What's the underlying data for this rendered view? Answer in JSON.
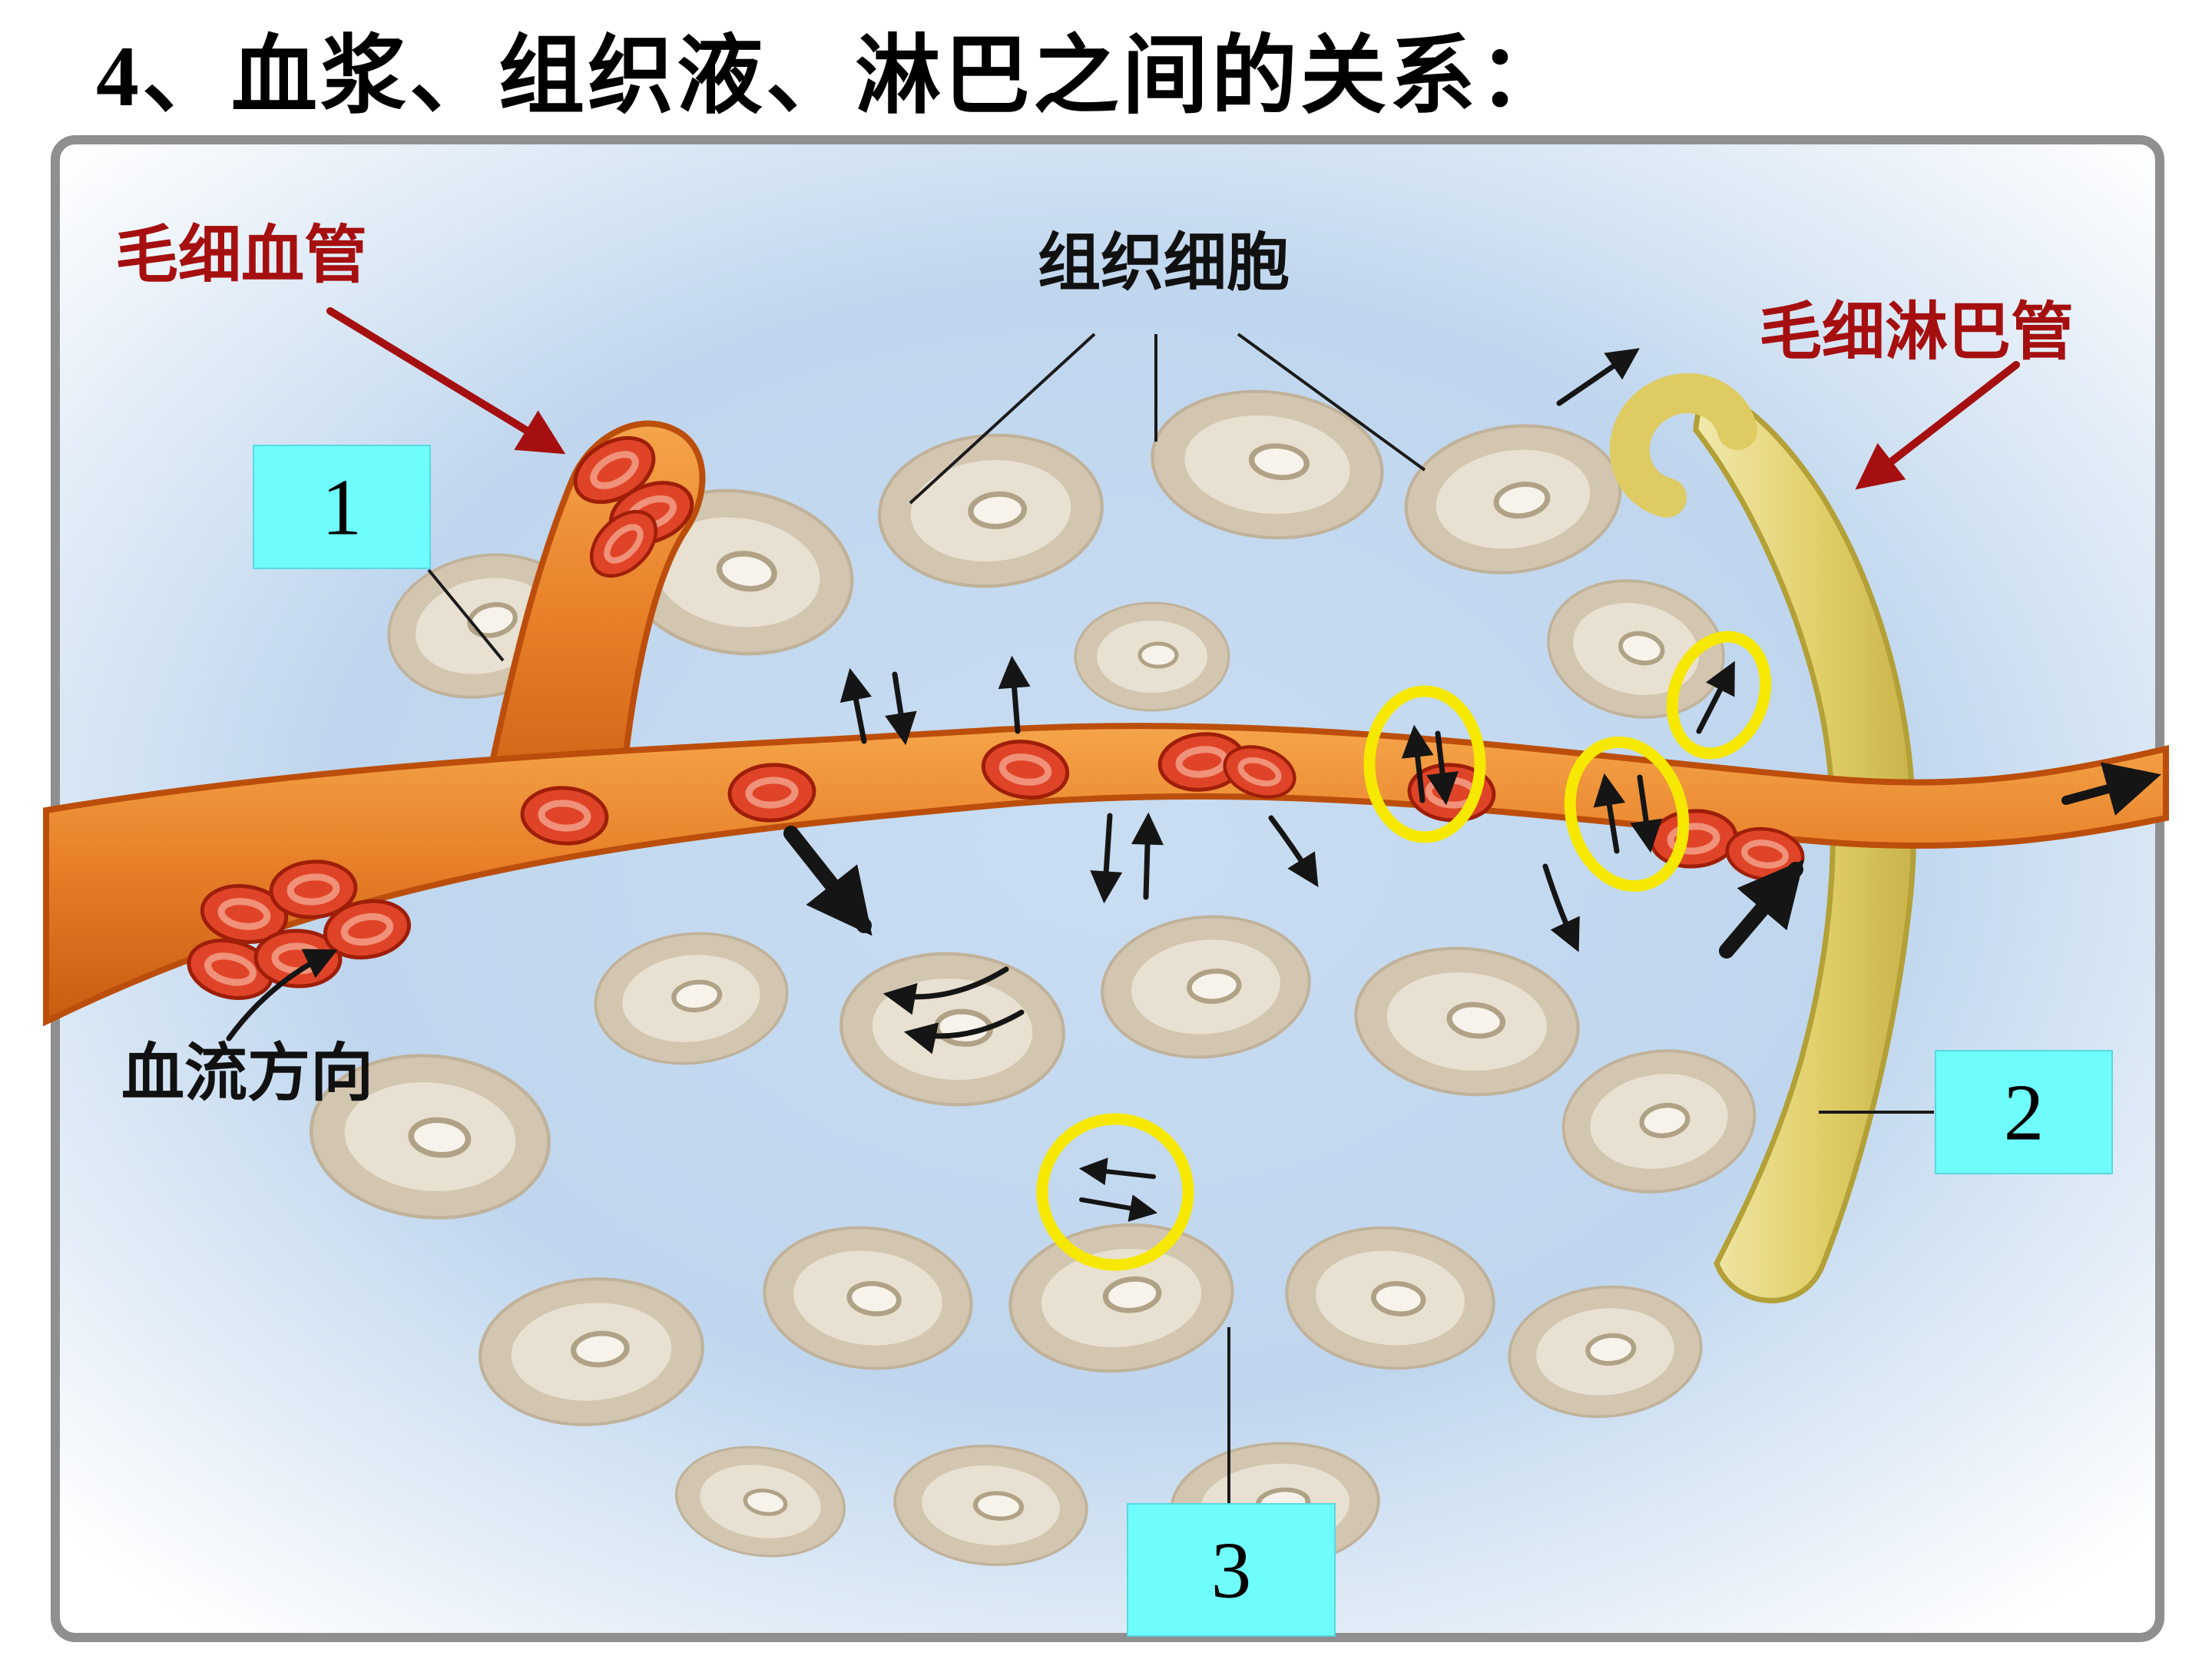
{
  "page": {
    "title": "4、血浆、组织液、淋巴之间的关系："
  },
  "diagram": {
    "labels": {
      "capillary": "毛细血管",
      "tissue_cells": "组织细胞",
      "lymph_capillary": "毛细淋巴管",
      "blood_flow_direction": "血流方向"
    },
    "markers": {
      "box1": "1",
      "box2": "2",
      "box3": "3"
    },
    "colors": {
      "label_red": "#a50f0f",
      "marker_bg": "#6ffcfc",
      "vessel_orange": "#e8812a",
      "lymph_yellow": "#e2d06a",
      "highlight_yellow": "#f6e800",
      "background_blue": "#c3d8ee"
    }
  }
}
